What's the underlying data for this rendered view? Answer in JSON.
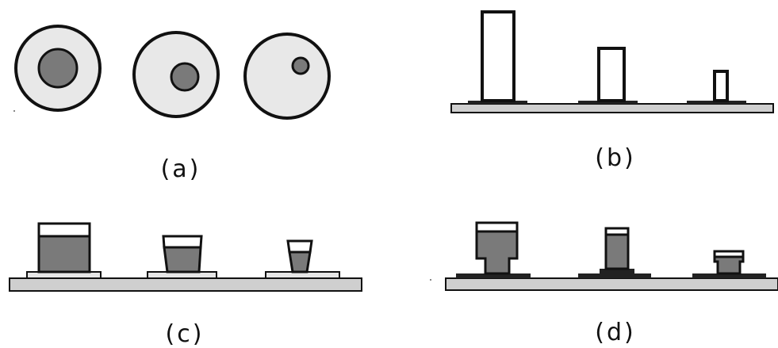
{
  "panels": [
    {
      "id": "a",
      "caption": "(a)"
    },
    {
      "id": "b",
      "caption": "(b)"
    },
    {
      "id": "c",
      "caption": "(c)"
    },
    {
      "id": "d",
      "caption": "(d)"
    }
  ],
  "colors": {
    "outline": "#111111",
    "disc_fill": "#e8e8e8",
    "core_fill": "#7a7a7a",
    "baseplate_fill": "#cfcfcf",
    "pad_fill": "#e6e6e6",
    "cap_fill": "#ffffff"
  }
}
